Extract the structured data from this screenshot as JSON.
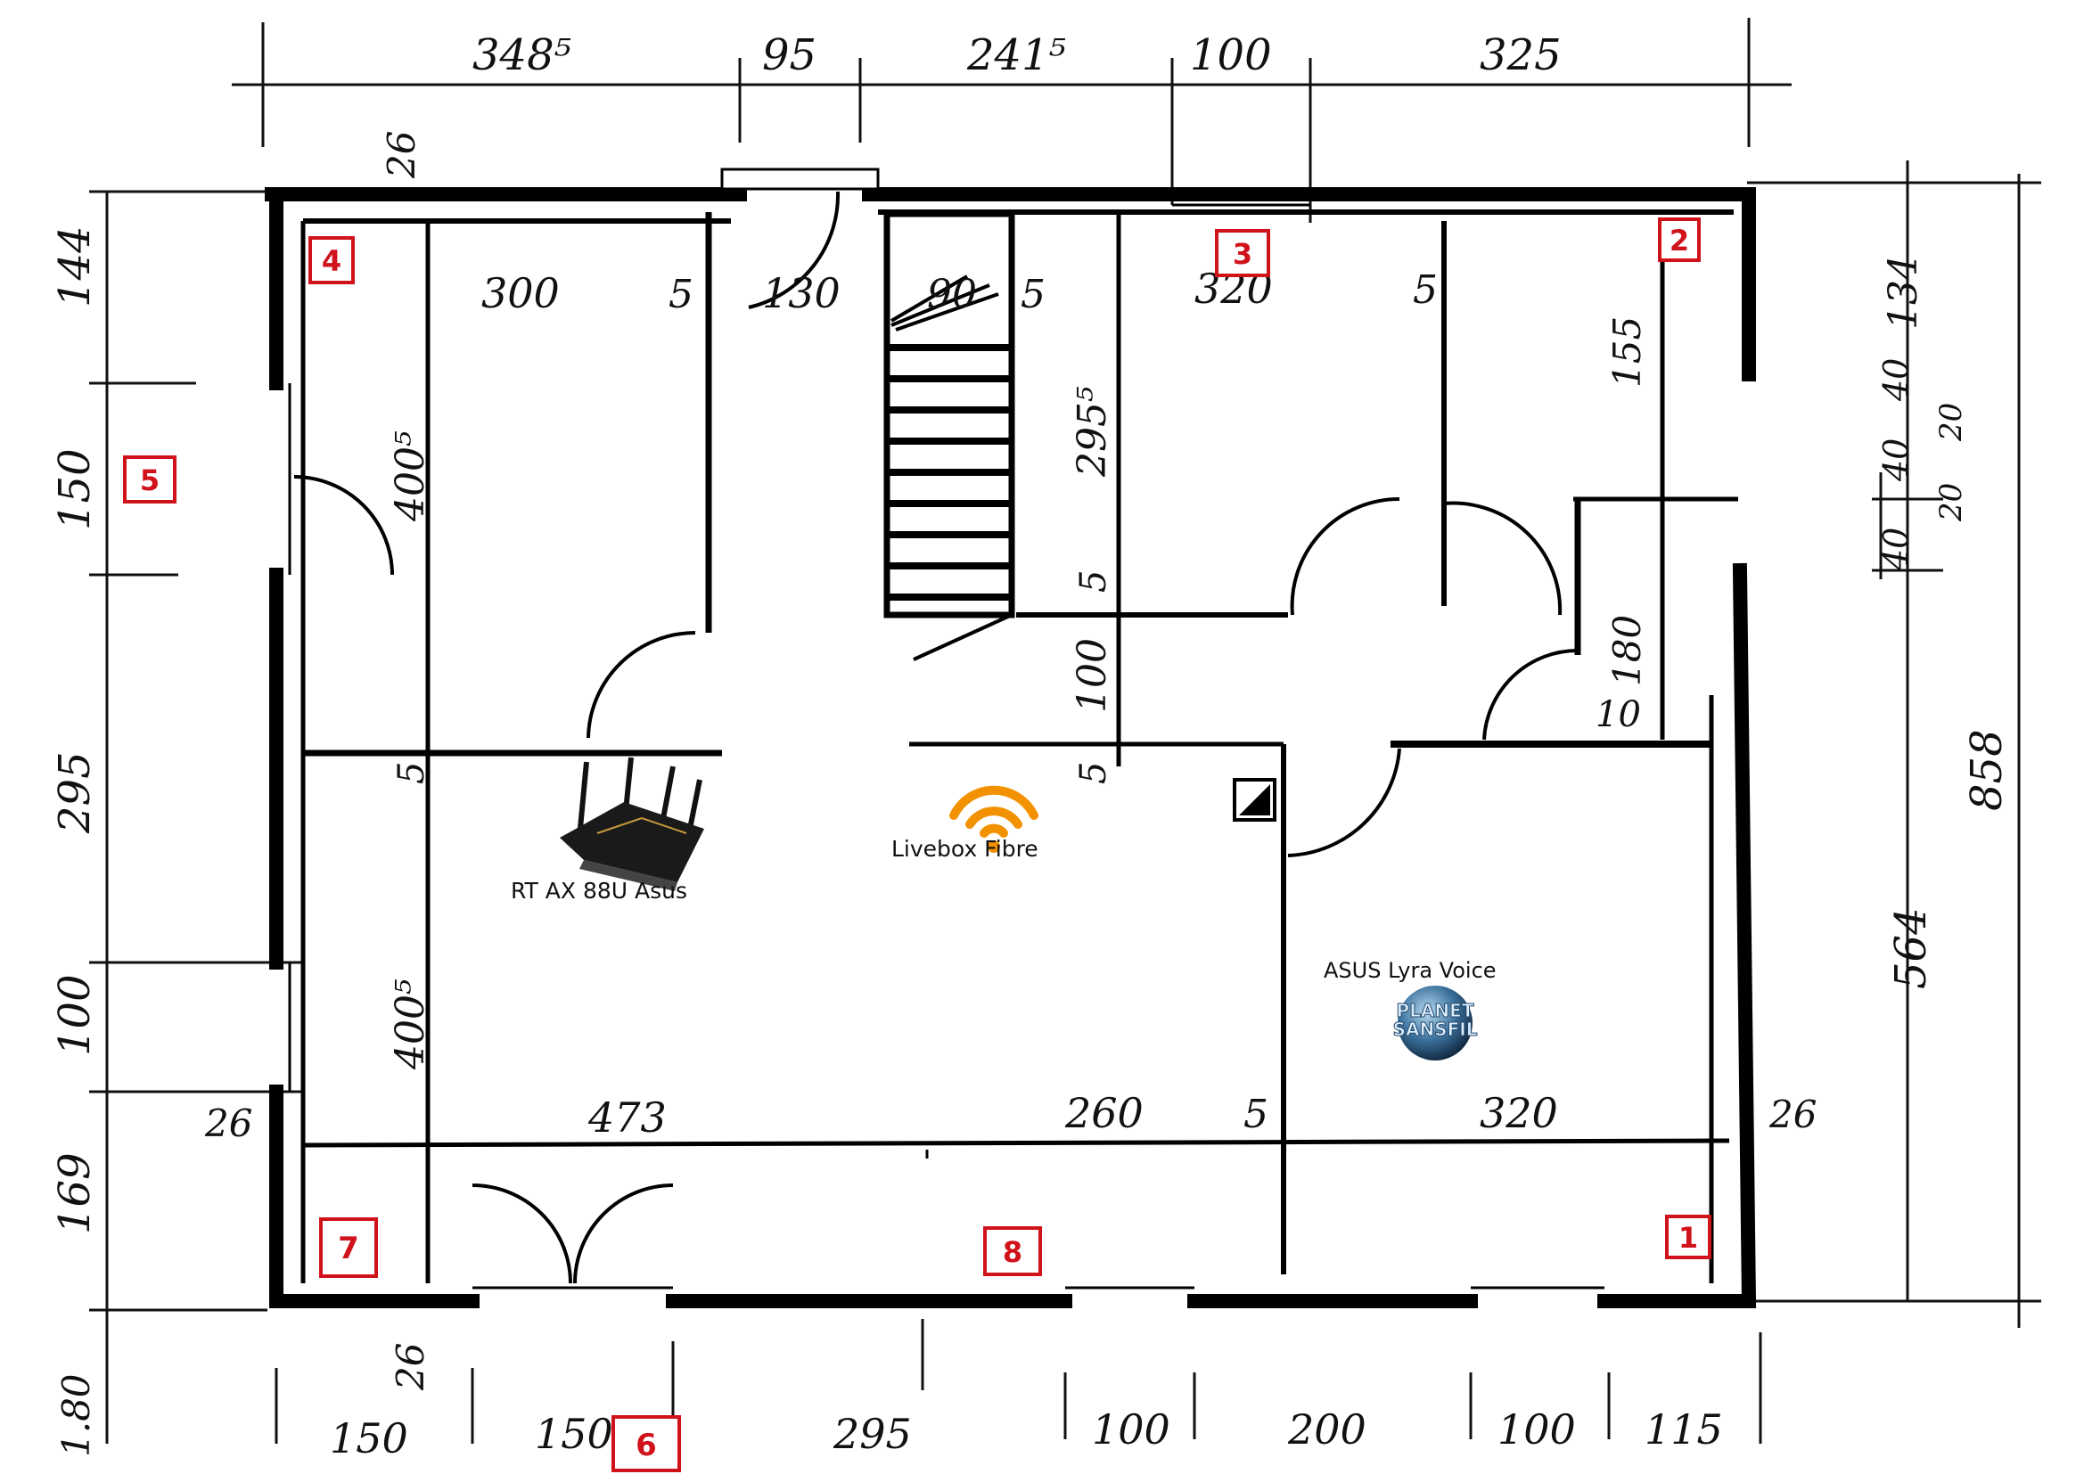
{
  "dimensions": {
    "top": [
      "348⁵",
      "95",
      "241⁵",
      "100",
      "325"
    ],
    "bottom": [
      "150",
      "150",
      "295",
      "100",
      "200",
      "100",
      "115"
    ],
    "left": [
      "144",
      "150",
      "295",
      "100",
      "169",
      "1.80"
    ],
    "right_outer": "858",
    "right_stack": [
      "134",
      "40",
      "40",
      "40",
      "20",
      "20",
      "564"
    ],
    "interior_row1": [
      "300",
      "5",
      "130",
      "90",
      "5",
      "320",
      "5"
    ],
    "interior_row2": [
      "473",
      "260",
      "5",
      "320"
    ],
    "interior_vertical": [
      "400⁵",
      "400⁵",
      "295⁵",
      "155",
      "180",
      "100",
      "5",
      "5",
      "5",
      "10"
    ],
    "wall_thickness": [
      "26",
      "26",
      "26",
      "26"
    ]
  },
  "devices": {
    "asus_router": "RT AX 88U Asus",
    "livebox": "Livebox Fibre",
    "lyra": "ASUS Lyra Voice",
    "lyra_logo_line1": "PLANET",
    "lyra_logo_line2": "SANSFIL"
  },
  "markers": [
    "1",
    "2",
    "3",
    "4",
    "5",
    "6",
    "7",
    "8"
  ],
  "colors": {
    "marker": "#d0121b",
    "wifi": "#f39200",
    "wall": "#000000"
  },
  "icons": [
    "router-icon",
    "wifi-icon",
    "logo-globe-icon"
  ]
}
